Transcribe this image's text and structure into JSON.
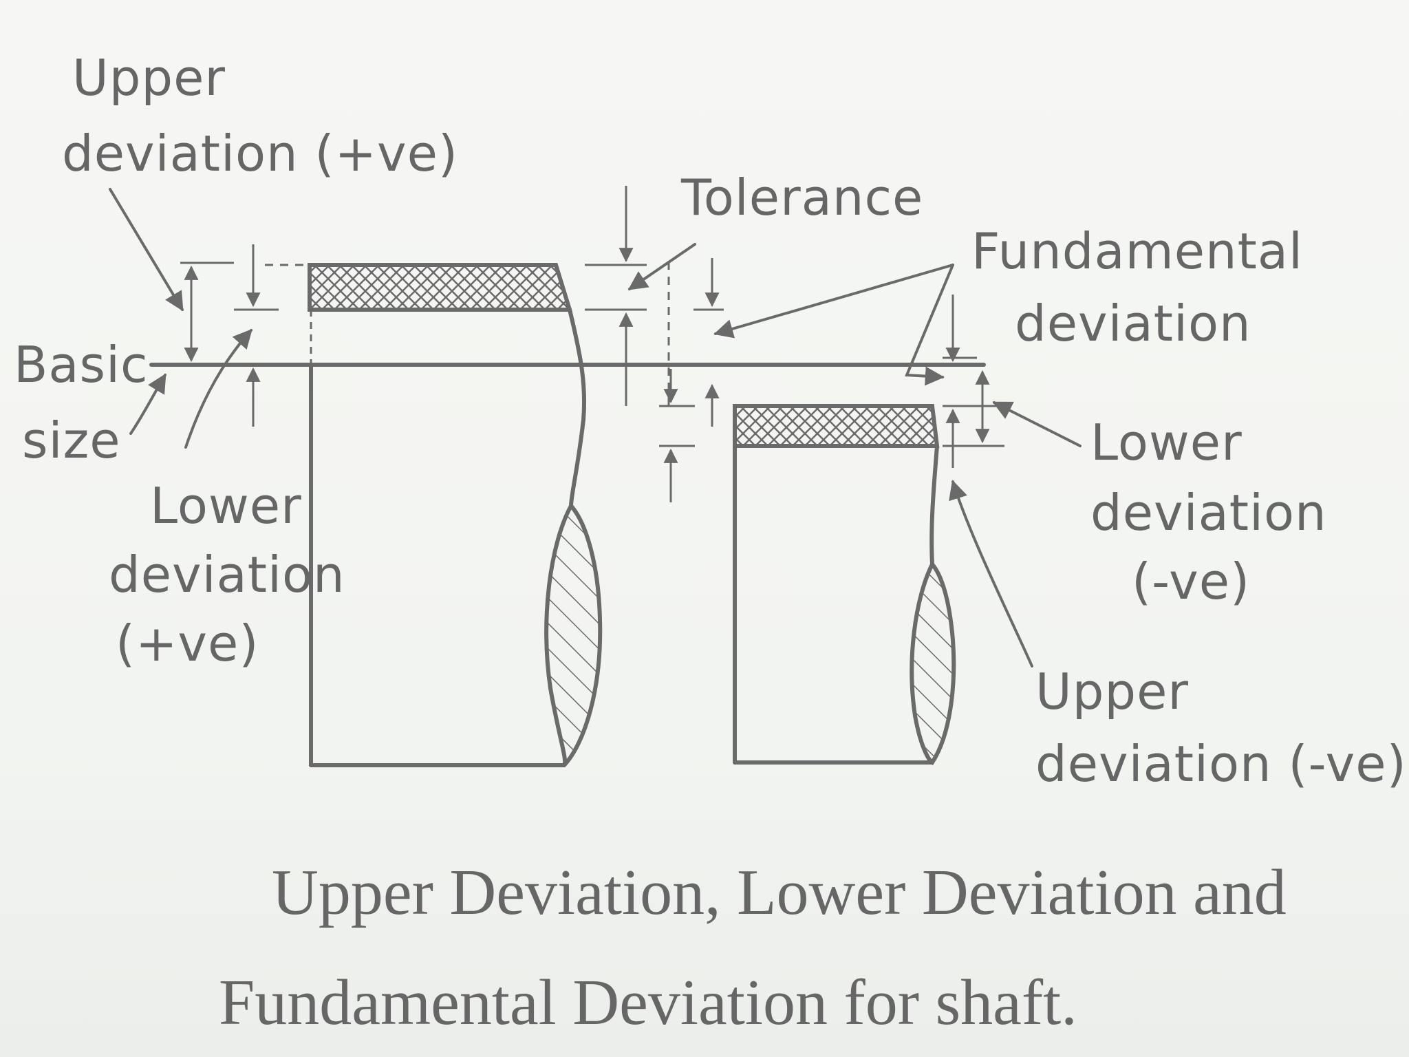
{
  "labels": {
    "upper_deviation_pos": [
      "Upper",
      "deviation (+ve)"
    ],
    "basic_size": [
      "Basic",
      "size"
    ],
    "lower_deviation_pos": [
      "Lower",
      "deviation",
      "(+ve)"
    ],
    "tolerance": "Tolerance",
    "fundamental_deviation": [
      "Fundamental",
      "deviation"
    ],
    "lower_deviation_neg": [
      "Lower",
      "deviation",
      "(-ve)"
    ],
    "upper_deviation_neg": [
      "Upper",
      "deviation (-ve)"
    ]
  },
  "caption": {
    "line1": "Upper Deviation, Lower Deviation and",
    "line2": "Fundamental Deviation for shaft."
  }
}
